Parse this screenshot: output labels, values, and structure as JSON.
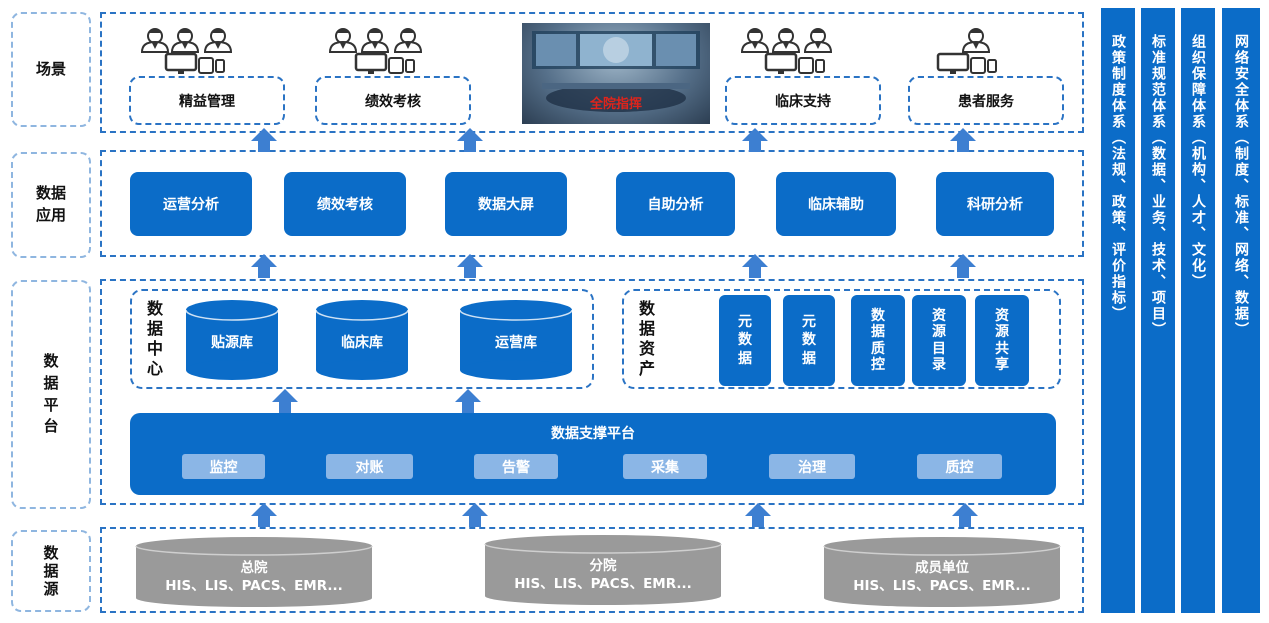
{
  "layers": {
    "scene": "场景",
    "app": "数据\n应用",
    "platform": "数\n据\n平\n台",
    "source": "数\n据\n源"
  },
  "scene_boxes": [
    "精益管理",
    "绩效考核",
    "临床支持",
    "患者服务"
  ],
  "scene_screen_label": "全院指挥",
  "applications": [
    "运营分析",
    "绩效考核",
    "数据大屏",
    "自助分析",
    "临床辅助",
    "科研分析"
  ],
  "data_center": {
    "title": "数\n据\n中\n心",
    "dbs": [
      "贴源库",
      "临床库",
      "运营库"
    ]
  },
  "data_assets": {
    "title": "数\n据\n资\n产",
    "items": [
      "元\n数\n据",
      "元\n数\n据",
      "数\n据\n质\n控",
      "资\n源\n目\n录",
      "资\n源\n共\n享"
    ]
  },
  "support_platform": {
    "title": "数据支撑平台",
    "functions": [
      "监控",
      "对账",
      "告警",
      "采集",
      "治理",
      "质控"
    ]
  },
  "sources": [
    {
      "name": "总院",
      "systems": "HIS、LIS、PACS、EMR..."
    },
    {
      "name": "分院",
      "systems": "HIS、LIS、PACS、EMR..."
    },
    {
      "name": "成员单位",
      "systems": "HIS、LIS、PACS、EMR..."
    }
  ],
  "policies": [
    "政策制度体系（法规、政策、评价指标）",
    "标准规范体系（数据、业务、技术、项目）",
    "组织保障体系（机构、人才、文化）",
    "网络安全体系（制度、标准、网络、数据）"
  ],
  "colors": {
    "primary": "#0b6cc8",
    "frame": "#2a73c4",
    "pill": "#8bb6e6",
    "db_gray": "#9a9a9a",
    "arrow": "#3d7fd1"
  }
}
